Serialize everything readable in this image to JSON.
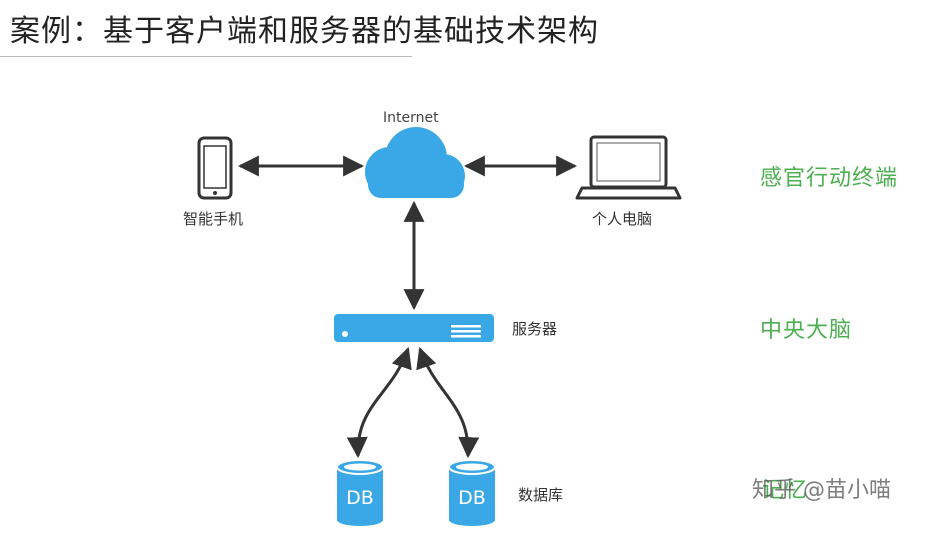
{
  "header": {
    "title": "案例：基于客户端和服务器的基础技术架构"
  },
  "nodes": {
    "internet": {
      "label": "Internet",
      "icon": "cloud-icon"
    },
    "smartphone": {
      "label": "智能手机",
      "icon": "smartphone-icon"
    },
    "laptop": {
      "label": "个人电脑",
      "icon": "laptop-icon"
    },
    "server": {
      "label": "服务器",
      "icon": "server-icon"
    },
    "databases": {
      "label": "数据库",
      "items": [
        {
          "text": "DB",
          "icon": "database-icon"
        },
        {
          "text": "DB",
          "icon": "database-icon"
        }
      ]
    }
  },
  "layers": {
    "sensory": "感官行动终端",
    "brain": "中央大脑",
    "memory": "记忆"
  },
  "watermark": {
    "text": "知乎 @苗小喵"
  },
  "colors": {
    "accent": "#4caf50",
    "icon_blue": "#3aa8e6",
    "arrow": "#333333"
  }
}
